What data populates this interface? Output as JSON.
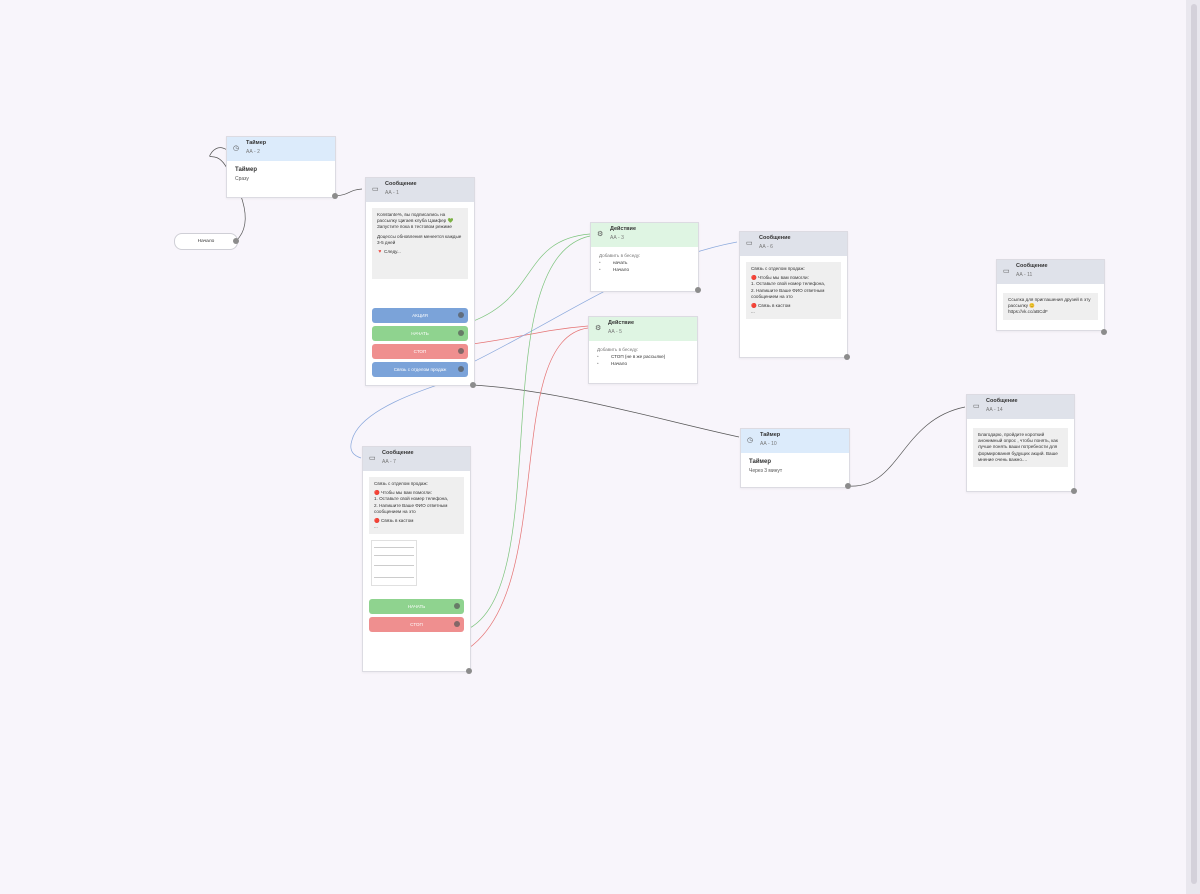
{
  "canvas": {
    "background": "#f8f5fb"
  },
  "start": {
    "label": "Начало"
  },
  "nodes": {
    "timer_2": {
      "icon": "timer-icon",
      "title": "Таймер",
      "id": "АА - 2",
      "label": "Таймер",
      "value": "Сразу"
    },
    "msg_1": {
      "icon": "message-icon",
      "title": "Сообщение",
      "id": "АА - 1",
      "text": [
        "Konstante%, вы подписались на рассылку Цигаев клуба Цамфер 💚 Запустите пока в тестовом режиме",
        "Доцессы обновления менеется каждые 3-5 дней",
        "🔻 Следу..."
      ],
      "buttons": [
        "АКЦИЯ",
        "НАЧАТЬ",
        "СТОП",
        "Связь с отделом продаж"
      ]
    },
    "action_3": {
      "icon": "action-icon",
      "title": "Действие",
      "id": "АА - 3",
      "heading": "Добавить в беседу:",
      "rows": [
        [
          "•",
          "начать"
        ],
        [
          "•",
          "Начало"
        ]
      ]
    },
    "action_5": {
      "icon": "action-icon",
      "title": "Действие",
      "id": "АА - 5",
      "heading": "Добавить в беседу:",
      "rows": [
        [
          "•",
          "СТОП (не в же рассылке)"
        ],
        [
          "•",
          "Начало"
        ]
      ]
    },
    "msg_6": {
      "icon": "message-icon",
      "title": "Сообщение",
      "id": "АА - 6",
      "text": [
        "Связь с отделом продаж:",
        "🔴 Чтобы мы вам помогли:",
        "1. Оставьте свой номер телефона,",
        "2. Напишите Ваше ФИО ответным сообщением на это",
        "🔴 Связь в кастом",
        "..."
      ]
    },
    "msg_11": {
      "icon": "message-icon",
      "title": "Сообщение",
      "id": "АА - 11",
      "text": [
        "Ссылка для приглашения друзей в эту рассылку 😊",
        "https://vk.cc/aBCdF"
      ]
    },
    "msg_7": {
      "icon": "message-icon",
      "title": "Сообщение",
      "id": "АА - 7",
      "text": [
        "Связь с отделом продаж:",
        "🔴 Чтобы мы вам помогли:",
        "1. Оставьте свой номер телефона,",
        "2. Напишите Ваше ФИО ответным сообщением на это",
        "🔴 Связь в кастом",
        "..."
      ],
      "buttons": [
        "НАЧАТЬ",
        "СТОП"
      ]
    },
    "timer_10": {
      "icon": "timer-icon",
      "title": "Таймер",
      "id": "АА - 10",
      "label": "Таймер",
      "value": "Через 3 минут"
    },
    "msg_14": {
      "icon": "message-icon",
      "title": "Сообщение",
      "id": "АА - 14",
      "text": [
        "Благодарю, пройдите короткий анонимный опрос , чтобы понять, как лучше понять ваши потребности для формирования будущих акций. Ваше мнение очень важно...."
      ]
    }
  }
}
